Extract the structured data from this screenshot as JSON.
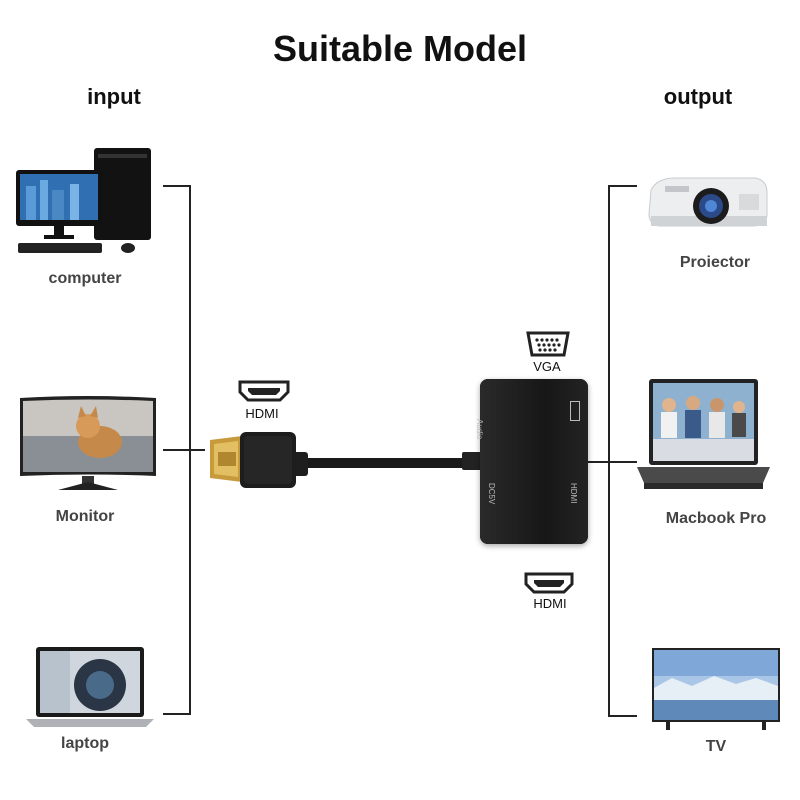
{
  "title": "Suitable Model",
  "input_heading": "input",
  "output_heading": "output",
  "inputs": [
    {
      "label": "computer",
      "icon": "desktop-computer-icon"
    },
    {
      "label": "Monitor",
      "icon": "monitor-icon"
    },
    {
      "label": "laptop",
      "icon": "laptop-icon"
    }
  ],
  "outputs": [
    {
      "label": "Proiector",
      "icon": "projector-icon"
    },
    {
      "label": "Macbook Pro",
      "icon": "macbook-icon"
    },
    {
      "label": "TV",
      "icon": "tv-icon"
    }
  ],
  "ports": {
    "hdmi_in": "HDMI",
    "vga": "VGA",
    "hdmi_out": "HDMI",
    "adapter_audio": "Audio",
    "adapter_dc": "DC5V",
    "adapter_hdmi": "HDMI"
  },
  "colors": {
    "adapter": "#1f1f1f",
    "line": "#222222",
    "label": "#444444"
  }
}
